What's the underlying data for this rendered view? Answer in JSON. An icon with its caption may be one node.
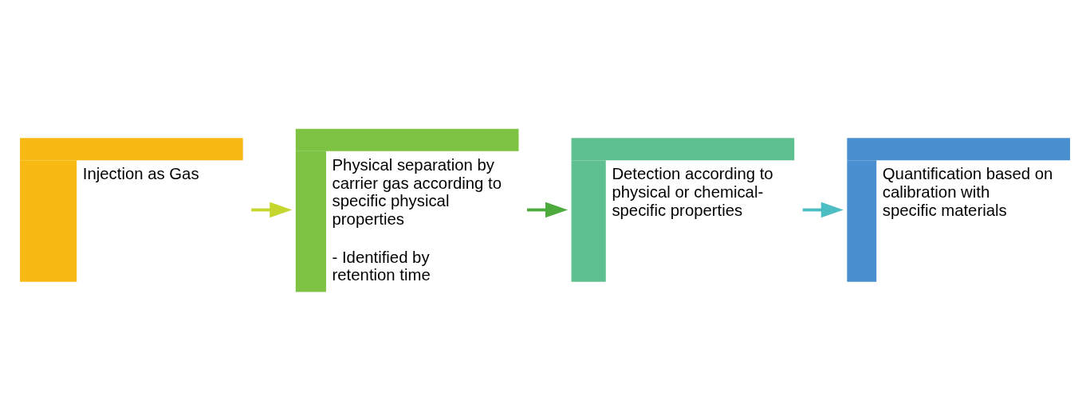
{
  "diagram": {
    "nodes": [
      {
        "text": [
          "Injection as Gas"
        ]
      },
      {
        "text": [
          "Physical separation by carrier gas according to specific physical properties",
          "- Identified by retention time"
        ]
      },
      {
        "text": [
          "Detection according to physical or chemical-specific properties"
        ]
      },
      {
        "text": [
          "Quantification based on calibration with specific materials"
        ]
      }
    ],
    "edges": [
      {
        "from": 0,
        "to": 1,
        "arrow": "to",
        "color": "#c5d62e"
      },
      {
        "from": 1,
        "to": 2,
        "arrow": "to",
        "color": "#4daa3c"
      },
      {
        "from": 2,
        "to": 3,
        "arrow": "to",
        "color": "#4dbdc4"
      }
    ]
  }
}
